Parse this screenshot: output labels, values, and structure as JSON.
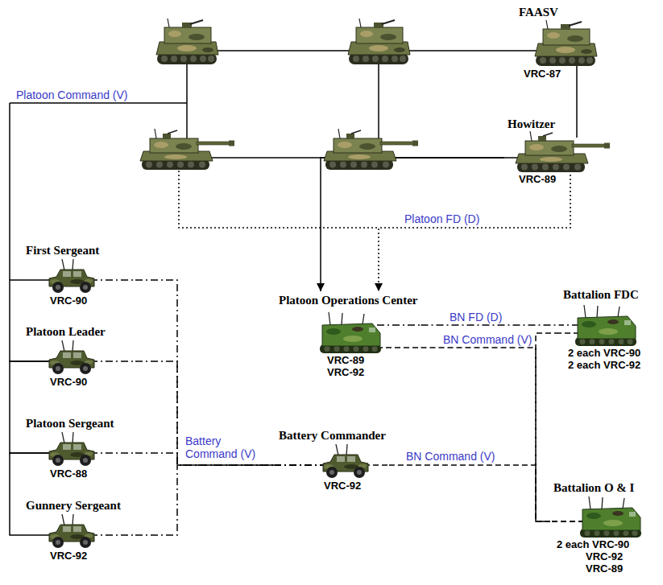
{
  "diagram": {
    "nodes": [
      {
        "text": [
          "FAASV",
          "VRC-87"
        ]
      },
      {
        "text": [
          "Howitzer",
          "VRC-89"
        ]
      },
      {
        "text": [
          "First Sergeant",
          "VRC-90"
        ]
      },
      {
        "text": [
          "Platoon Leader",
          "VRC-90"
        ]
      },
      {
        "text": [
          "Platoon Sergeant",
          "VRC-88"
        ]
      },
      {
        "text": [
          "Gunnery Sergeant",
          "VRC-92"
        ]
      },
      {
        "text": [
          "Platoon Operations Center",
          "VRC-89",
          "VRC-92"
        ]
      },
      {
        "text": [
          "Battalion FDC",
          "2 each VRC-90",
          "2 each VRC-92"
        ]
      },
      {
        "text": [
          "Battery Commander",
          "VRC-92"
        ]
      },
      {
        "text": [
          "Battalion O & I",
          "2 each VRC-90",
          "VRC-92",
          "VRC-89"
        ]
      }
    ],
    "edges": [
      {
        "from": 0,
        "to": 1,
        "arrow": "none"
      },
      {
        "from": 1,
        "to": 6,
        "arrow": "to"
      },
      {
        "from": 1,
        "to": 6,
        "arrow": "to",
        "label": "Platoon FD (D)"
      },
      {
        "from": 2,
        "to": 3,
        "arrow": "none"
      },
      {
        "from": 3,
        "to": 4,
        "arrow": "none"
      },
      {
        "from": 4,
        "to": 5,
        "arrow": "none"
      },
      {
        "from": 2,
        "to": 8,
        "arrow": "none"
      },
      {
        "from": 3,
        "to": 8,
        "arrow": "none"
      },
      {
        "from": 4,
        "to": 8,
        "arrow": "none",
        "label": "Battery Command (V)"
      },
      {
        "from": 5,
        "to": 8,
        "arrow": "none"
      },
      {
        "from": 6,
        "to": 7,
        "arrow": "none",
        "label": "BN FD (D)"
      },
      {
        "from": 6,
        "to": 9,
        "arrow": "none",
        "label": "BN Command (V)"
      },
      {
        "from": 8,
        "to": 9,
        "arrow": "none",
        "label": "BN Command (V)"
      },
      {
        "from": 7,
        "to": 9,
        "arrow": "none"
      }
    ],
    "labels": [
      "Platoon Command (V)"
    ]
  }
}
